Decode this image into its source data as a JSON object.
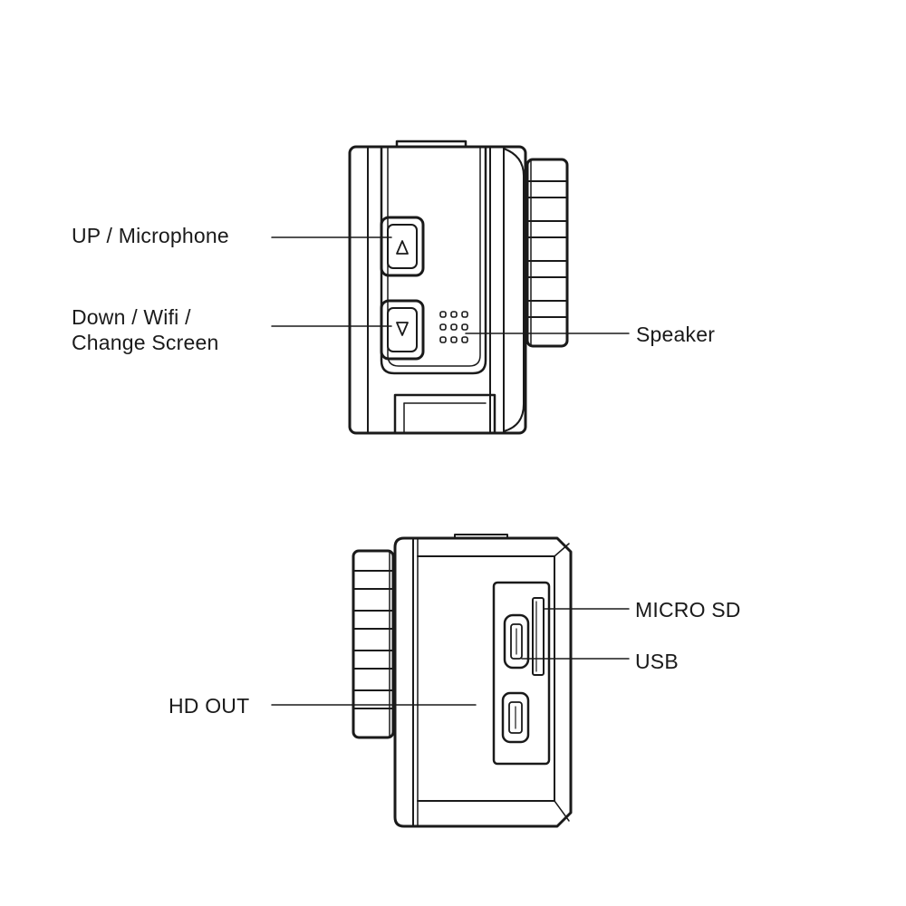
{
  "labels": {
    "up": "UP / Microphone",
    "down_line1": "Down / Wifi /",
    "down_line2": "Change Screen",
    "speaker": "Speaker",
    "micro_sd": "MICRO SD",
    "usb": "USB",
    "hd_out": "HD OUT"
  },
  "colors": {
    "stroke": "#1a1a1a",
    "background": "#ffffff"
  }
}
